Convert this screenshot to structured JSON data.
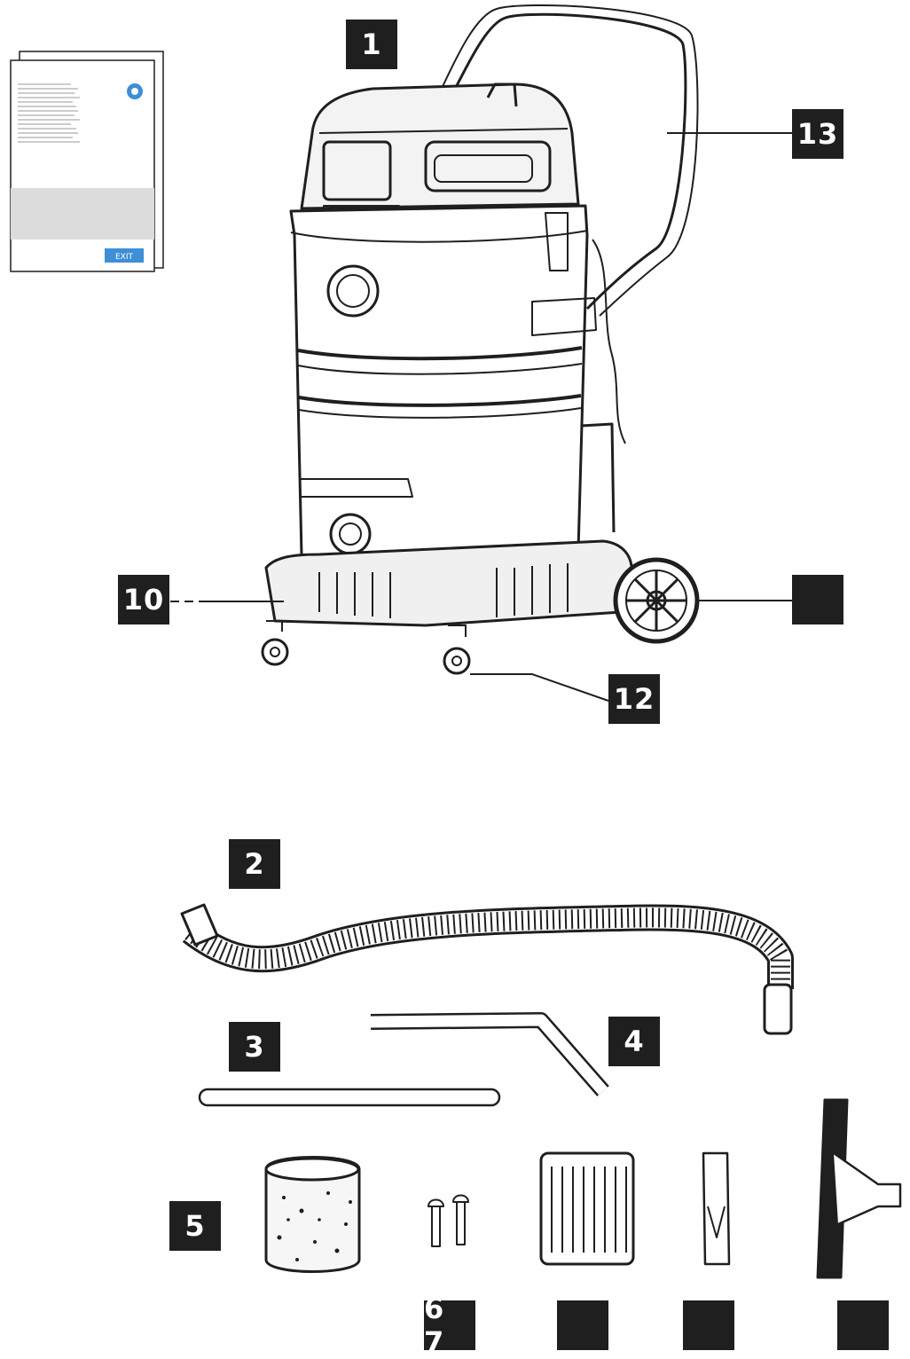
{
  "callouts": {
    "c1": "1",
    "c2": "2",
    "c3": "3",
    "c4": "4",
    "c5": "5",
    "c67": "6 7",
    "c10": "10",
    "c12": "12",
    "c13": "13",
    "c_wheel": "",
    "c_filter": "",
    "c_crevice": "",
    "c_floor": ""
  },
  "manual": {
    "button_label": "EXIT"
  },
  "colors": {
    "ink": "#1f1f1f",
    "tag_bg": "#1f1f1f",
    "tag_text": "#ffffff",
    "manual_gray": "#dcdcdc",
    "manual_blue": "#3d8fd6"
  }
}
